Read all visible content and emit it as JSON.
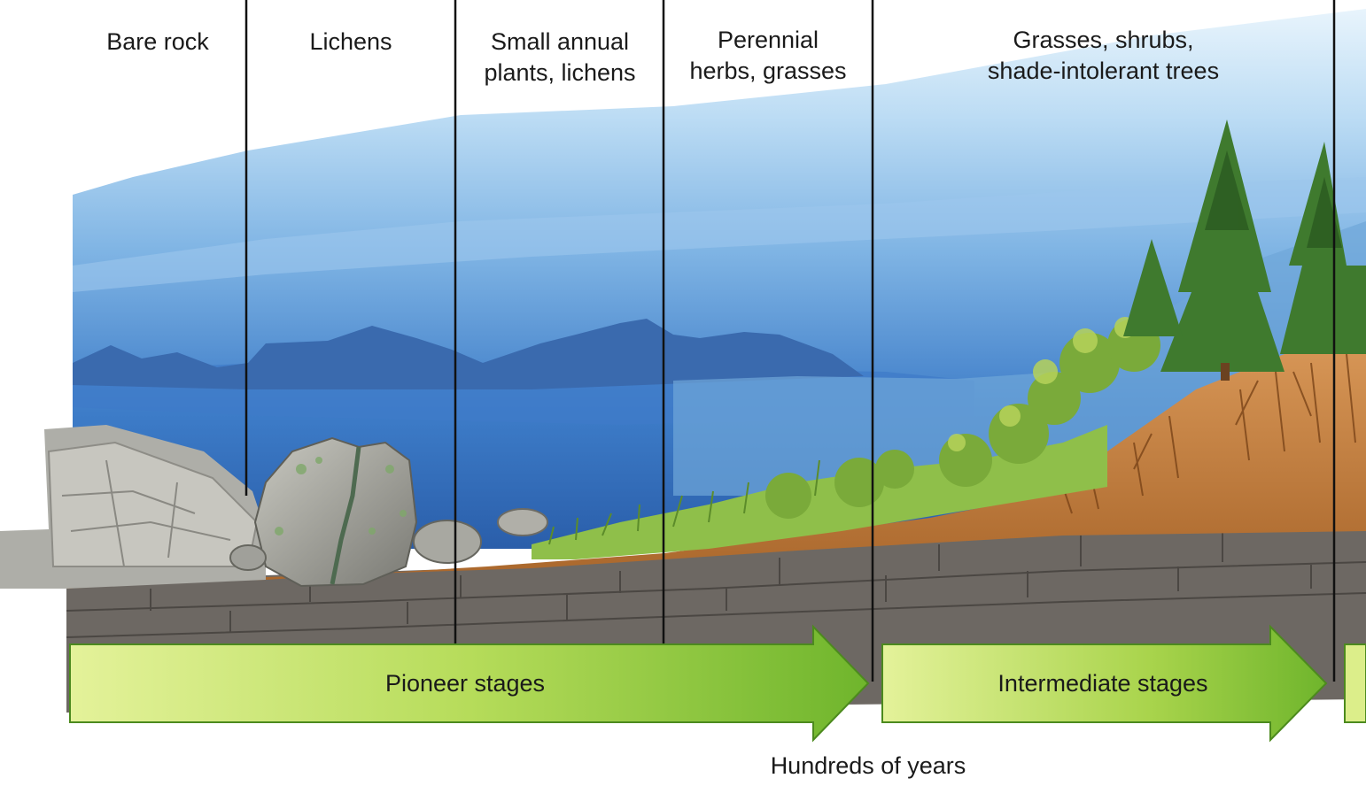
{
  "stages": [
    {
      "label": "Bare rock"
    },
    {
      "label": "Lichens"
    },
    {
      "label": "Small annual\nplants, lichens"
    },
    {
      "label": "Perennial\nherbs, grasses"
    },
    {
      "label": "Grasses, shrubs,\nshade-intolerant trees"
    }
  ],
  "phases": {
    "pioneer": "Pioneer stages",
    "intermediate": "Intermediate stages"
  },
  "timescale": "Hundreds of years"
}
